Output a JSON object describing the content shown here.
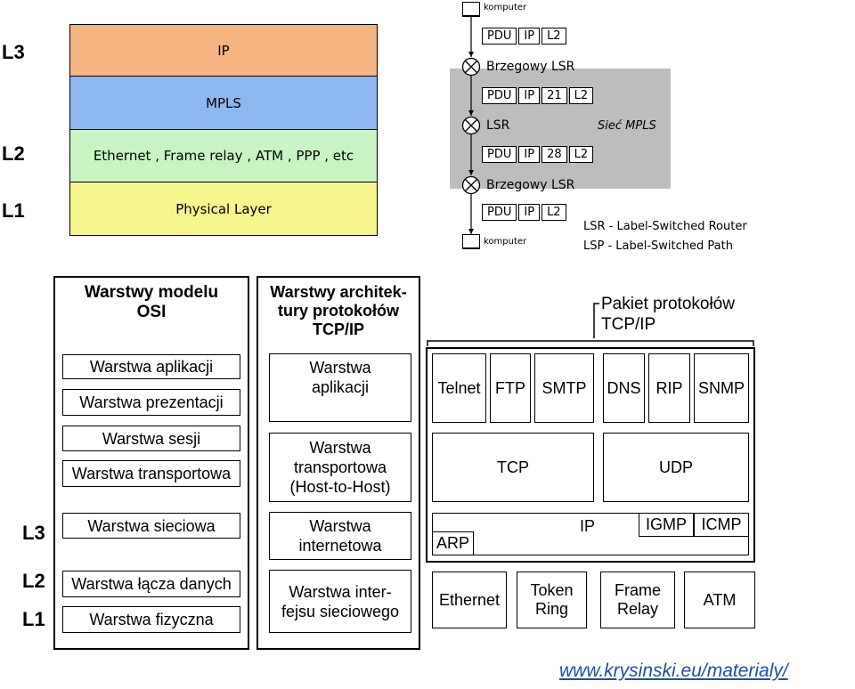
{
  "layer_labels_top": [
    "L3",
    "L2",
    "L1"
  ],
  "stack": [
    {
      "label": "IP",
      "color": "#f6b481"
    },
    {
      "label": "MPLS",
      "color": "#8fb7ef"
    },
    {
      "label": "Ethernet , Frame relay , ATM , PPP , etc",
      "color": "#c8f4c4"
    },
    {
      "label": "Physical Layer",
      "color": "#f6f48c"
    }
  ],
  "mpls_diagram": {
    "host_top": "komputer",
    "host_bottom": "komputer",
    "edge_lsr_top": "Brzegowy LSR",
    "lsr": "LSR",
    "edge_lsr_bottom": "Brzegowy LSR",
    "network_label": "Sieć MPLS",
    "network_color": "#bdbdbd",
    "packet1": [
      "PDU",
      "IP",
      "L2"
    ],
    "packet2": [
      "PDU",
      "IP",
      "21",
      "L2"
    ],
    "packet3": [
      "PDU",
      "IP",
      "28",
      "L2"
    ],
    "packet4": [
      "PDU",
      "IP",
      "L2"
    ],
    "legend_lsr": "LSR - Label-Switched Router",
    "legend_lsp": "LSP - Label-Switched Path"
  },
  "osi": {
    "title_line1": "Warstwy modelu",
    "title_line2": "OSI",
    "layers": [
      "Warstwa aplikacji",
      "Warstwa prezentacji",
      "Warstwa sesji",
      "Warstwa transportowa",
      "Warstwa sieciowa",
      "Warstwa łącza danych",
      "Warstwa fizyczna"
    ]
  },
  "osi_layer_labels": [
    "L3",
    "L2",
    "L1"
  ],
  "tcpip_arch": {
    "title_line1": "Warstwy architek-",
    "title_line2": "tury protokołów",
    "title_line3": "TCP/IP",
    "app_line1": "Warstwa",
    "app_line2": "aplikacji",
    "trans_line1": "Warstwa",
    "trans_line2": "transportowa",
    "trans_line3": "(Host-to-Host)",
    "inet_line1": "Warstwa",
    "inet_line2": "internetowa",
    "net_line1": "Warstwa inter-",
    "net_line2": "fejsu sieciowego"
  },
  "suite": {
    "title_line1": "Pakiet protokołów",
    "title_line2": "TCP/IP",
    "apps": [
      "Telnet",
      "FTP",
      "SMTP",
      "DNS",
      "RIP",
      "SNMP"
    ],
    "tcp": "TCP",
    "udp": "UDP",
    "ip": "IP",
    "igmp": "IGMP",
    "icmp": "ICMP",
    "arp": "ARP",
    "ethernet": "Ethernet",
    "token_line1": "Token",
    "token_line2": "Ring",
    "frame_line1": "Frame",
    "frame_line2": "Relay",
    "atm": "ATM"
  },
  "footer_link": "www.krysinski.eu/materialy/"
}
